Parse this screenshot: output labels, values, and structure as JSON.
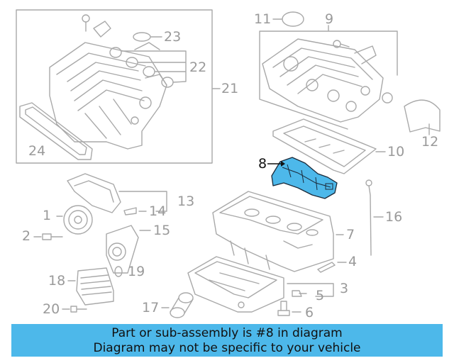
{
  "callouts": {
    "c1": "1",
    "c2": "2",
    "c3": "3",
    "c4": "4",
    "c5": "5",
    "c6": "6",
    "c7": "7",
    "c8": "8",
    "c9": "9",
    "c10": "10",
    "c11": "11",
    "c12": "12",
    "c13": "13",
    "c14": "14",
    "c15": "15",
    "c16": "16",
    "c17": "17",
    "c18": "18",
    "c19": "19",
    "c20": "20",
    "c21": "21",
    "c22": "22",
    "c23": "23",
    "c24": "24"
  },
  "highlighted_part": "8",
  "colors": {
    "line": "#a9a9a9",
    "highlight_fill": "#4db8ea",
    "highlight_stroke": "#1b2a3a",
    "banner": "#4db8ea"
  },
  "banner": {
    "line1": "Part or sub-assembly is #8 in diagram",
    "line2": "Diagram may not be specific to your vehicle"
  }
}
